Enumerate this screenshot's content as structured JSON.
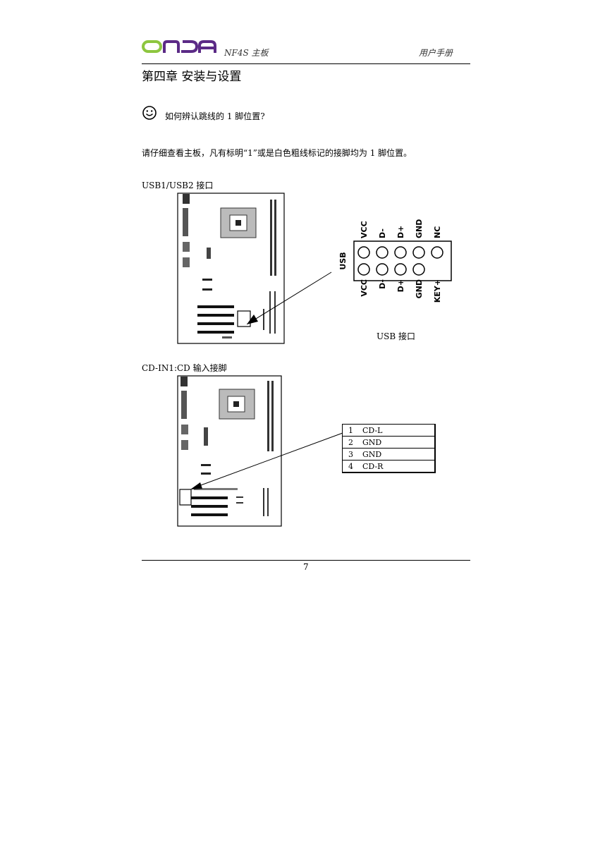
{
  "header": {
    "logo_text": "ONDA",
    "model": "NF4S 主板",
    "manual": "用户手册",
    "chapter": "第四章  安装与设置"
  },
  "question": "如何辨认跳线的 1 脚位置?",
  "paragraph": "请仔细查看主板，凡有标明“1”或是白色粗线标记的接脚均为 1 脚位置。",
  "usb_section": {
    "title": "USB1/USB2 接口",
    "connector_label": "USB",
    "top_pins": [
      "VCC",
      "D-",
      "D+",
      "GND",
      "NC"
    ],
    "bottom_pins": [
      "VCC",
      "D-",
      "D+",
      "GND",
      "KEY+"
    ],
    "caption": "USB 接口"
  },
  "cd_section": {
    "title": "CD-IN1:CD 输入接脚",
    "pins": [
      {
        "num": "1",
        "name": "CD-L"
      },
      {
        "num": "2",
        "name": "GND"
      },
      {
        "num": "3",
        "name": "GND"
      },
      {
        "num": "4",
        "name": "CD-R"
      }
    ]
  },
  "page_number": "7",
  "colors": {
    "logo_green": "#8dc63f",
    "logo_purple": "#5b2a86"
  }
}
